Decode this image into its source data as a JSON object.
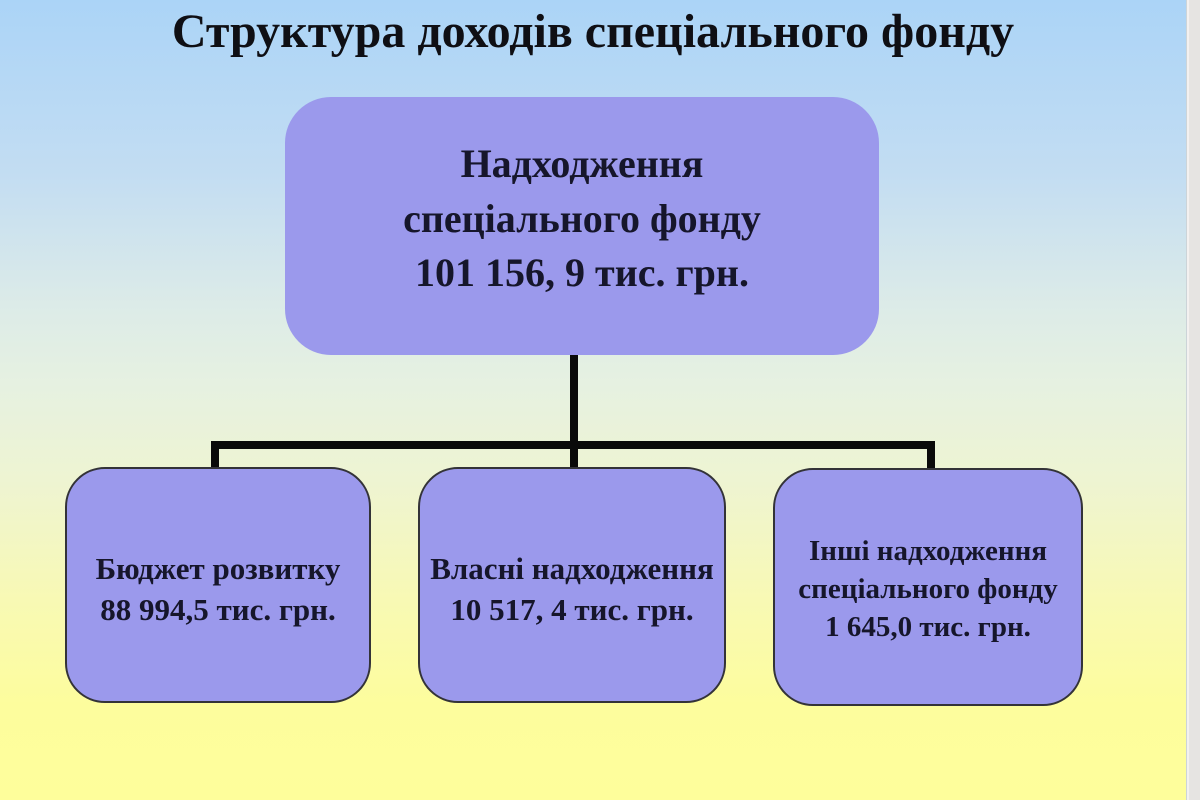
{
  "slide": {
    "title": "Структура доходів спеціального фонду"
  },
  "diagram": {
    "type": "hierarchy",
    "root": {
      "name": "Надходження спеціального фонду",
      "value": "101 156, 9 тис. грн.",
      "line1": "Надходження",
      "line2": "спеціального фонду",
      "line3": "101 156, 9 тис. грн."
    },
    "children": [
      {
        "name": "Бюджет розвитку",
        "value": "88 994,5 тис. грн.",
        "line1": "Бюджет розвитку",
        "line2": "88 994,5 тис. грн."
      },
      {
        "name": "Власні надходження",
        "value": "10 517, 4 тис. грн.",
        "line1": "Власні надходження",
        "line2": "10 517, 4 тис. грн."
      },
      {
        "name": "Інші надходження спеціального фонду",
        "value": "1 645,0 тис. грн.",
        "line1": "Інші надходження",
        "line2": "спеціального фонду",
        "line3": "1 645,0 тис. грн."
      }
    ]
  },
  "colors": {
    "node_fill": "#9b99ec",
    "node_border": "#333338",
    "connector": "#0a0a0a",
    "text": "#16162b",
    "title_text": "#0f0f14",
    "background_top": "#abd4f7",
    "background_mid": "#e6f1e1",
    "background_bottom": "#fefe9b",
    "edge_strip": "#e6e4e2"
  }
}
